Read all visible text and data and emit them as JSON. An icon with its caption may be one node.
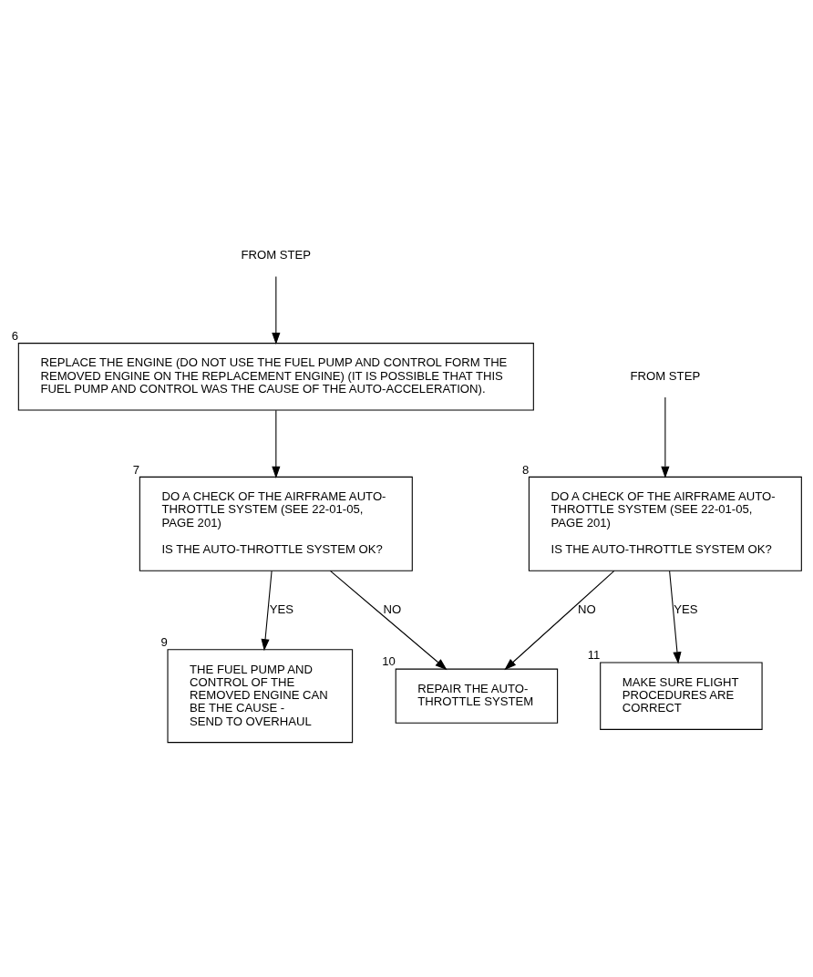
{
  "diagram": {
    "nodes": [
      {
        "text": [
          "FROM STEP"
        ]
      },
      {
        "text": [
          "REPLACE THE ENGINE (DO NOT USE THE FUEL PUMP AND CONTROL FORM THE REMOVED ENGINE ON THE REPLACEMENT ENGINE) (IT IS POSSIBLE THAT THIS FUEL PUMP AND CONTROL WAS THE CAUSE OF THE AUTO-ACCELERATION)."
        ],
        "beside": [
          "6"
        ]
      },
      {
        "text": [
          "FROM STEP"
        ]
      },
      {
        "text": [
          "DO A CHECK OF THE AIRFRAME AUTO-THROTTLE SYSTEM (SEE 22-01-05, PAGE 201)",
          "IS THE AUTO-THROTTLE SYSTEM OK?"
        ],
        "beside": [
          "7"
        ]
      },
      {
        "text": [
          "DO A CHECK OF THE AIRFRAME AUTO-THROTTLE SYSTEM (SEE 22-01-05, PAGE 201)",
          "IS THE AUTO-THROTTLE SYSTEM OK?"
        ],
        "beside": [
          "8"
        ]
      },
      {
        "text": [
          "THE FUEL PUMP AND CONTROL OF THE REMOVED ENGINE CAN BE THE CAUSE - SEND TO OVERHAUL"
        ],
        "beside": [
          "9"
        ]
      },
      {
        "text": [
          "REPAIR THE AUTO-THROTTLE SYSTEM"
        ],
        "beside": [
          "10"
        ]
      },
      {
        "text": [
          "MAKE SURE FLIGHT PROCEDURES ARE CORRECT"
        ],
        "beside": [
          "11"
        ]
      }
    ],
    "edges": [
      {
        "from": 0,
        "to": 1,
        "arrow": "to"
      },
      {
        "from": 1,
        "to": 3,
        "arrow": "to"
      },
      {
        "from": 2,
        "to": 4,
        "arrow": "to"
      },
      {
        "from": 3,
        "to": 5,
        "arrow": "to",
        "label": "YES"
      },
      {
        "from": 3,
        "to": 6,
        "arrow": "to",
        "label": "NO"
      },
      {
        "from": 4,
        "to": 6,
        "arrow": "to",
        "label": "NO"
      },
      {
        "from": 4,
        "to": 7,
        "arrow": "to",
        "label": "YES"
      }
    ]
  }
}
